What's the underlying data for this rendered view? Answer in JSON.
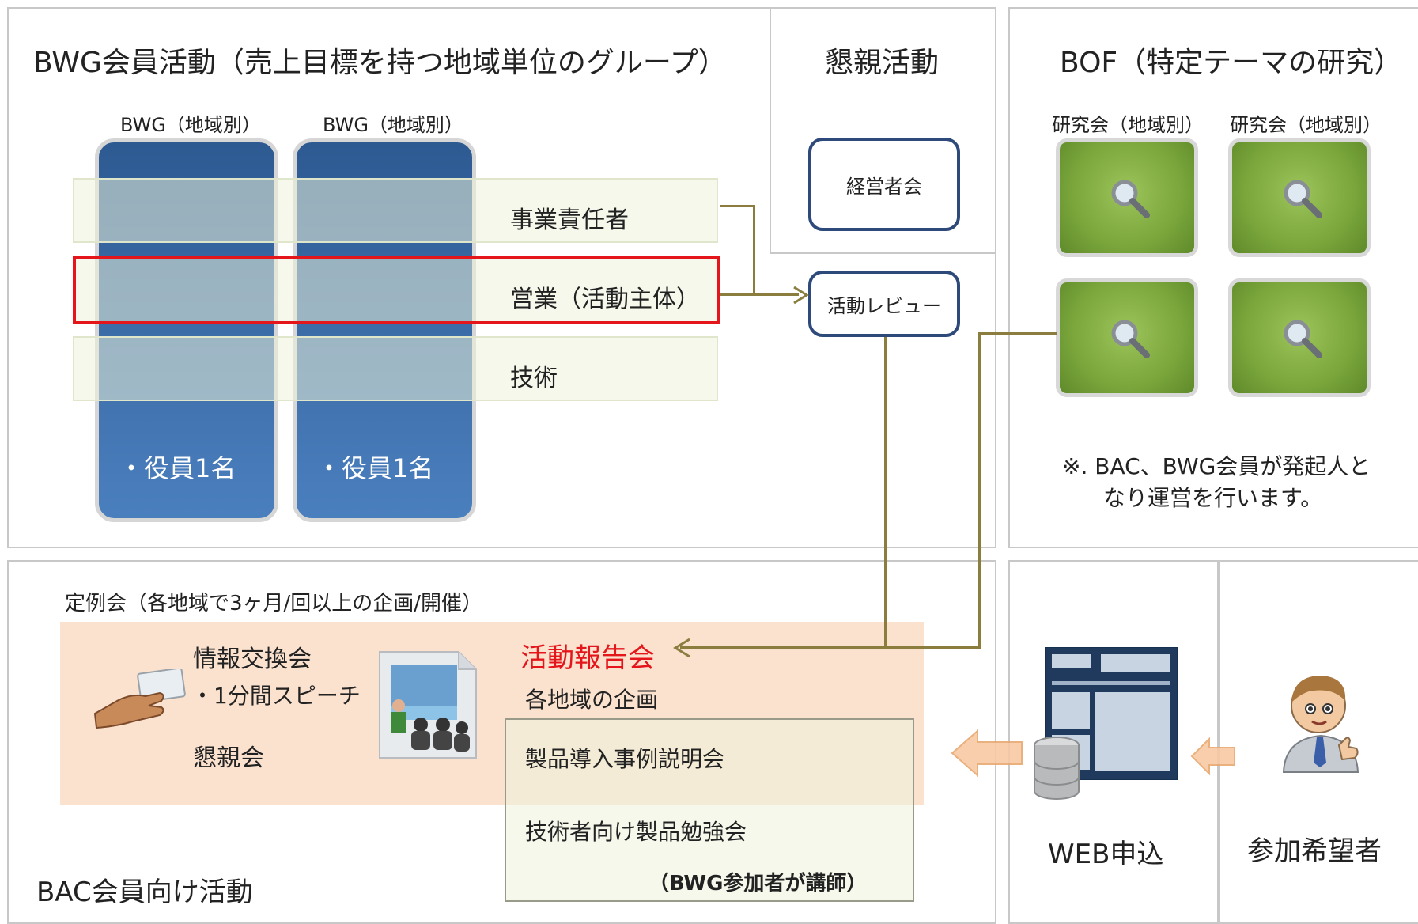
{
  "bwg": {
    "title": "BWG会員活動（売上目標を持つ地域単位のグループ）",
    "columns": [
      {
        "label": "BWG（地域別）",
        "member": "・役員1名"
      },
      {
        "label": "BWG（地域別）",
        "member": "・役員1名"
      }
    ],
    "rows": [
      "事業責任者",
      "営業（活動主体）",
      "技術"
    ]
  },
  "social": {
    "title": "懇親活動",
    "executive_meeting": "経営者会",
    "activity_review": "活動レビュー"
  },
  "bof": {
    "title": "BOF（特定テーマの研究）",
    "groups": [
      "研究会（地域別）",
      "研究会（地域別）"
    ],
    "note_line1": "※. BAC、BWG会員が発起人と",
    "note_line2": "なり運営を行います。"
  },
  "bac": {
    "regular_meeting": "定例会（各地域で3ヶ月/回以上の企画/開催）",
    "info_exchange": "情報交換会",
    "speech": "・1分間スピーチ",
    "social_gathering": "懇親会",
    "activity_report": "活動報告会",
    "regional_plan": "各地域の企画",
    "case_study": "製品導入事例説明会",
    "tech_study": "技術者向け製品勉強会",
    "lecturer_note": "（BWG参加者が講師）",
    "title": "BAC会員向け活動"
  },
  "web": {
    "label": "WEB申込"
  },
  "applicant": {
    "label": "参加希望者"
  },
  "colors": {
    "highlight_red": "#e5161b",
    "report_red": "#e5161b",
    "connector": "#8a7d3e",
    "box_border": "#2e4a7a"
  }
}
